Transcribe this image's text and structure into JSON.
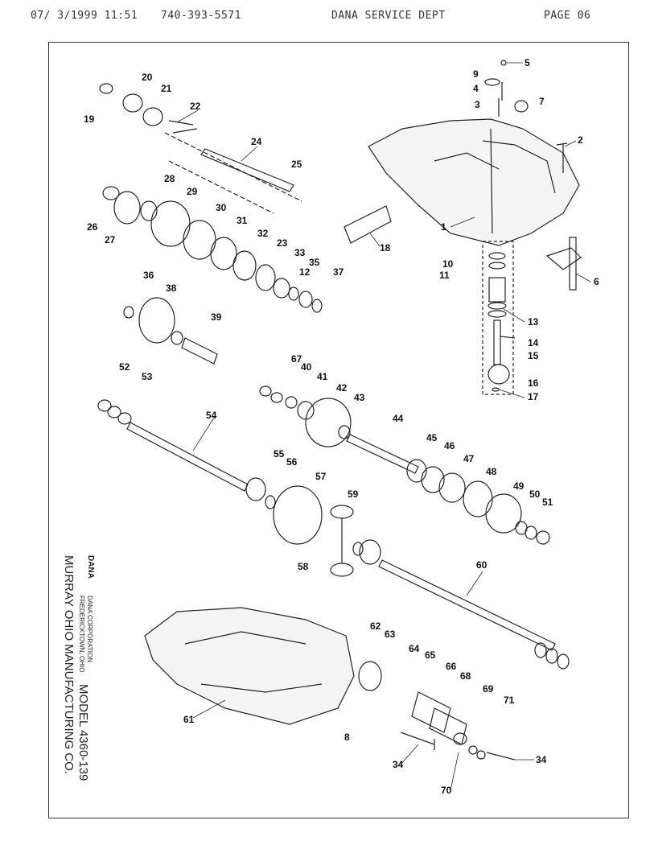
{
  "fax_header": {
    "datetime": "07/ 3/1999  11:51",
    "phone": "740-393-5571",
    "department": "DANA SERVICE DEPT",
    "page": "PAGE  06"
  },
  "side_text": {
    "logo_text": "DANA",
    "company_line1": "DANA CORPORATION",
    "company_line2": "FREDERICKTOWN, OHIO",
    "model": "MODEL 4360-139",
    "manufacturer": "MURRAY OHIO MANUFACTURING CO."
  },
  "callouts": [
    "1",
    "2",
    "3",
    "4",
    "5",
    "6",
    "7",
    "8",
    "9",
    "10",
    "11",
    "12",
    "13",
    "14",
    "15",
    "16",
    "17",
    "18",
    "19",
    "20",
    "21",
    "22",
    "23",
    "24",
    "25",
    "26",
    "27",
    "28",
    "29",
    "30",
    "31",
    "32",
    "33",
    "34",
    "35",
    "36",
    "37",
    "38",
    "39",
    "40",
    "41",
    "42",
    "43",
    "44",
    "45",
    "46",
    "47",
    "48",
    "49",
    "50",
    "51",
    "52",
    "53",
    "54",
    "55",
    "56",
    "57",
    "58",
    "59",
    "60",
    "61",
    "62",
    "63",
    "64",
    "65",
    "66",
    "67",
    "68",
    "69",
    "70",
    "71"
  ]
}
